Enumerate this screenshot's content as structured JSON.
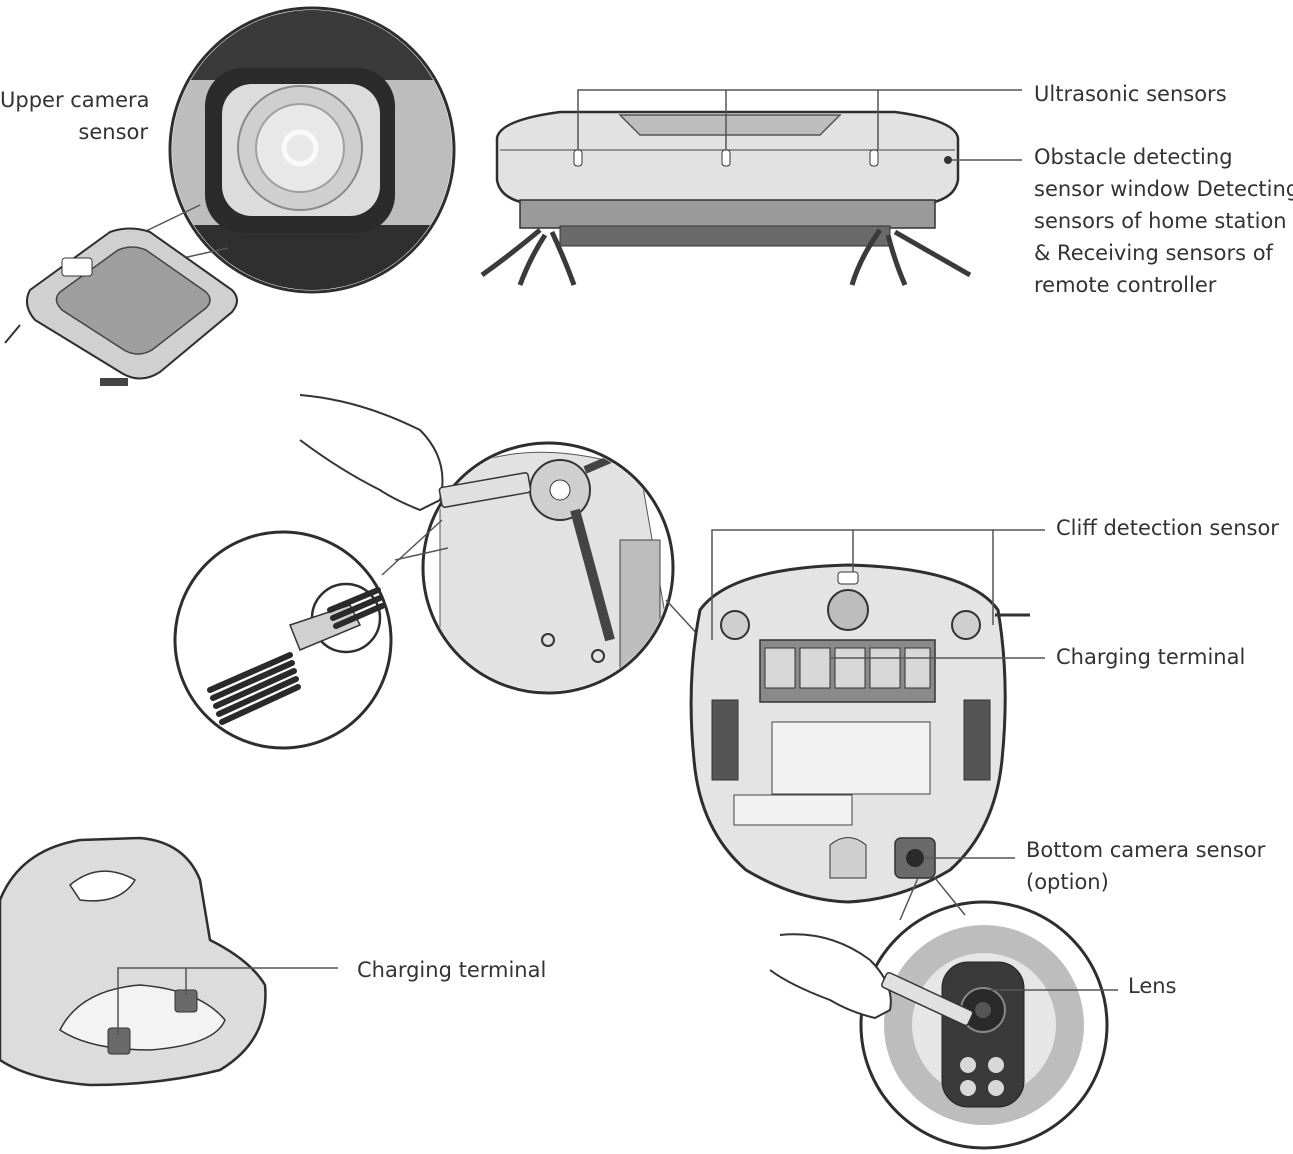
{
  "labels": {
    "upper_camera": [
      "Upper camera",
      "sensor"
    ],
    "ultrasonic": "Ultrasonic sensors",
    "obstacle": [
      "Obstacle detecting",
      "sensor window Detecting",
      "sensors of home station",
      "& Receiving sensors of",
      "remote controller"
    ],
    "cliff": "Cliff detection sensor",
    "charging_robot": "Charging terminal",
    "bottom_camera": [
      "Bottom camera sensor",
      "(option)"
    ],
    "lens": "Lens",
    "charging_station": "Charging terminal"
  },
  "colors": {
    "line": "#555555",
    "body_light": "#e6e6e6",
    "body_mid": "#bfbfbf",
    "body_dark": "#4a4a4a",
    "outline": "#2e2e2e"
  },
  "icons": [
    "upper-camera-closeup",
    "robot-top-view",
    "robot-side-view",
    "brush-cleaning-closeup",
    "robot-underside-view",
    "lens-cleaning-closeup",
    "home-station"
  ]
}
